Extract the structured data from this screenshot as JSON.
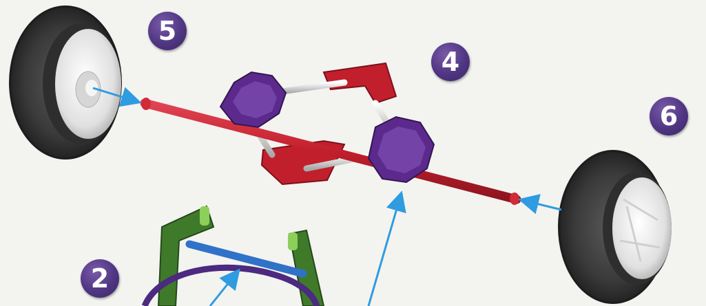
{
  "steps": [
    {
      "id": "step-5",
      "label": "5"
    },
    {
      "id": "step-4",
      "label": "4"
    },
    {
      "id": "step-6",
      "label": "6"
    },
    {
      "id": "step-2",
      "label": "2"
    }
  ],
  "colors": {
    "badge": "#4f3682",
    "axle": "#c21f2c",
    "connector_purple": "#5b2a8c",
    "frame_green": "#3f7a2a",
    "rod_blue": "#2f72c8",
    "tire": "#3a3a3a",
    "hub": "#e9e9e9",
    "arrow": "#2f9be0"
  },
  "parts": {
    "wheels": 2,
    "axle": "red rod",
    "connectors": "purple",
    "frame": "green"
  }
}
